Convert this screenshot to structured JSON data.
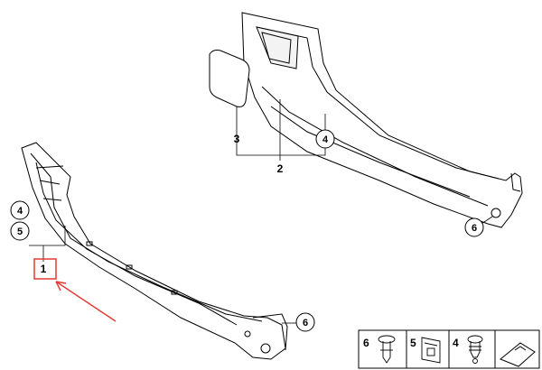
{
  "callouts": {
    "upper_part_3": "3",
    "upper_part_2": "2",
    "upper_part_4": "4",
    "upper_part_6": "6",
    "lower_part_4": "4",
    "lower_part_5": "5",
    "lower_part_1": "1",
    "lower_part_6": "6"
  },
  "legend": {
    "item_6": "6",
    "item_5": "5",
    "item_4": "4"
  },
  "colors": {
    "highlight_box": "#e53935",
    "arrow": "#e53935",
    "outline": "#000000"
  },
  "icons": {
    "legend_6": "push-rivet-icon",
    "legend_5": "clip-nut-icon",
    "legend_4": "expanding-rivet-icon",
    "legend_last": "trim-panel-icon"
  }
}
